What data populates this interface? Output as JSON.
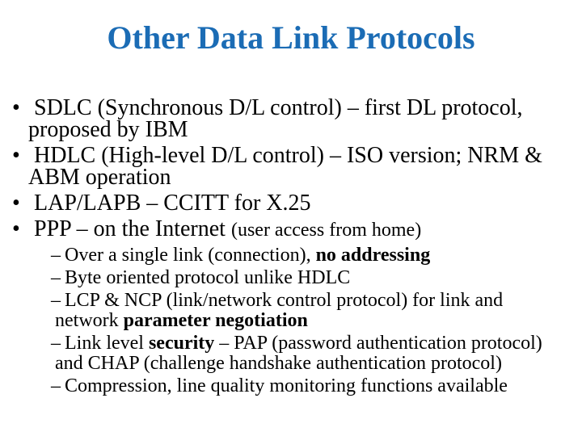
{
  "slide": {
    "title": "Other Data Link Protocols",
    "colors": {
      "title": "#1B6CB5",
      "body": "#000000",
      "background": "#FFFFFF"
    },
    "markers": {
      "level1": "•",
      "level2": "–"
    },
    "bullets": [
      {
        "text": "SDLC (Synchronous D/L control) – first DL protocol, proposed by IBM"
      },
      {
        "text": "HDLC (High-level D/L control) – ISO version; NRM & ABM operation"
      },
      {
        "text": "LAP/LAPB – CCITT for X.25"
      },
      {
        "text": "PPP – on the Internet ",
        "small": "(user access from home)"
      }
    ],
    "sub_bullets": [
      {
        "pre": "Over a single link (connection), ",
        "bold": "no addressing",
        "post": ""
      },
      {
        "pre": "Byte oriented protocol unlike HDLC",
        "bold": "",
        "post": ""
      },
      {
        "pre": "LCP & NCP (link/network control protocol) for link and network ",
        "bold": "parameter negotiation",
        "post": ""
      },
      {
        "pre": "Link level ",
        "bold": "security",
        "post": " – PAP (password authentication protocol) and CHAP (challenge handshake authentication protocol)"
      },
      {
        "pre": "Compression, line quality monitoring functions available",
        "bold": "",
        "post": ""
      }
    ]
  }
}
